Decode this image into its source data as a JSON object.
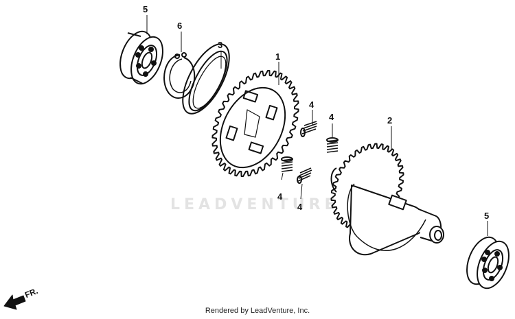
{
  "diagram": {
    "parts": [
      {
        "id": "bearing-top",
        "callout": "5"
      },
      {
        "id": "circlip",
        "callout": "6"
      },
      {
        "id": "seal-ring",
        "callout": "3"
      },
      {
        "id": "gear",
        "callout": "1"
      },
      {
        "id": "spring-a",
        "callout": "4"
      },
      {
        "id": "spring-b",
        "callout": "4"
      },
      {
        "id": "spring-c",
        "callout": "4"
      },
      {
        "id": "spring-d",
        "callout": "4"
      },
      {
        "id": "camshaft",
        "callout": "2"
      },
      {
        "id": "bearing-bottom",
        "callout": "5"
      }
    ],
    "direction_label": "FR.",
    "watermark": "LEADVENTURE",
    "footer": "Rendered by LeadVenture, Inc."
  },
  "colors": {
    "line": "#111111",
    "watermark": "#e3e3e3"
  }
}
